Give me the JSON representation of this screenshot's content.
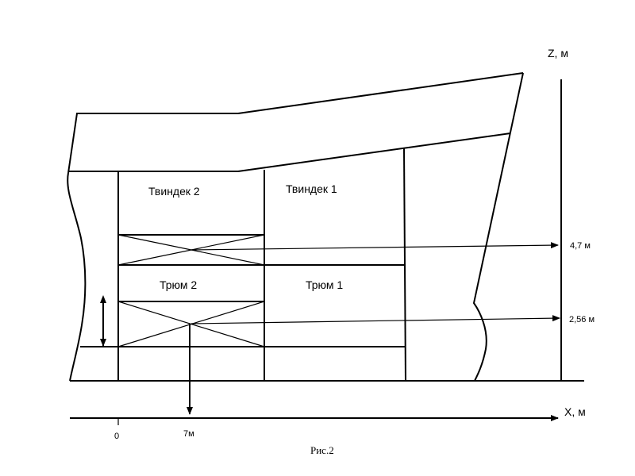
{
  "axes": {
    "z_label": "Z, м",
    "x_label": "X, м",
    "x_ticks": [
      "0",
      "7м"
    ]
  },
  "levels": [
    "4,7 м",
    "2,56 м"
  ],
  "compartments": {
    "tweendeck_2": "Твиндек 2",
    "tweendeck_1": "Твиндек 1",
    "hold_2": "Трюм 2",
    "hold_1": "Трюм 1"
  },
  "caption": "Рис.2"
}
